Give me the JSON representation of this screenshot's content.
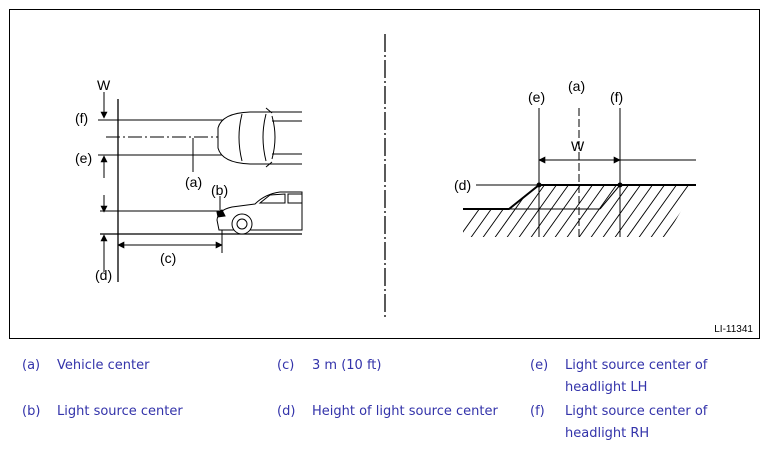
{
  "figure": {
    "id": "LI-11341",
    "callouts": {
      "w_left": "W",
      "f_left": "(f)",
      "e_left": "(e)",
      "a_left": "(a)",
      "b_left": "(b)",
      "c_left": "(c)",
      "d_left": "(d)",
      "e_right": "(e)",
      "a_right": "(a)",
      "f_right": "(f)",
      "w_right": "W",
      "d_right": "(d)"
    }
  },
  "legend": [
    {
      "key": "(a)",
      "text": "Vehicle center"
    },
    {
      "key": "(b)",
      "text": "Light source center"
    },
    {
      "key": "(c)",
      "text": "3 m (10 ft)"
    },
    {
      "key": "(d)",
      "text": "Height of light source center"
    },
    {
      "key": "(e)",
      "text": "Light source center of headlight LH"
    },
    {
      "key": "(f)",
      "text": "Light source center of headlight RH"
    }
  ]
}
